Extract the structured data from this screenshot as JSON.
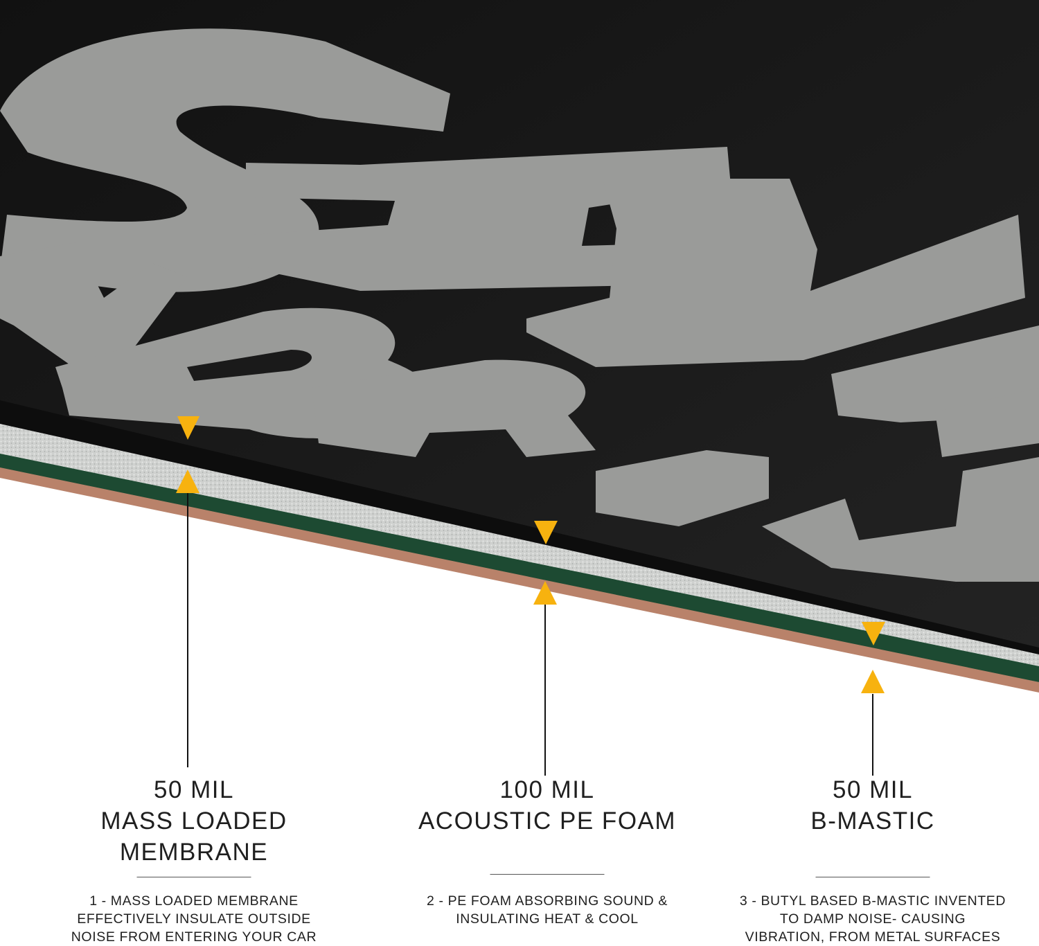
{
  "colors": {
    "board": "#1b1b1b",
    "letters": "#9a9b99",
    "foam": "#cfd1cf",
    "green_layer": "#1d4a32",
    "arrow": "#f7b20f",
    "text": "#1f1f1f"
  },
  "print_letters": "SIL VBRIU",
  "callouts": [
    {
      "title_lines": [
        "50 MIL",
        "MASS LOADED",
        "MEMBRANE"
      ],
      "description": "1 - MASS LOADED MEMBRANE\nEFFECTIVELY INSULATE OUTSIDE\nNOISE FROM ENTERING YOUR CAR"
    },
    {
      "title_lines": [
        "100 MIL",
        "ACOUSTIC PE FOAM"
      ],
      "description": "2 - PE FOAM ABSORBING SOUND &\nINSULATING HEAT & COOL"
    },
    {
      "title_lines": [
        "50 MIL",
        "B-MASTIC"
      ],
      "description": "3 - BUTYL BASED B-MASTIC INVENTED\nTO DAMP NOISE- CAUSING\nVIBRATION, FROM METAL SURFACES"
    }
  ]
}
